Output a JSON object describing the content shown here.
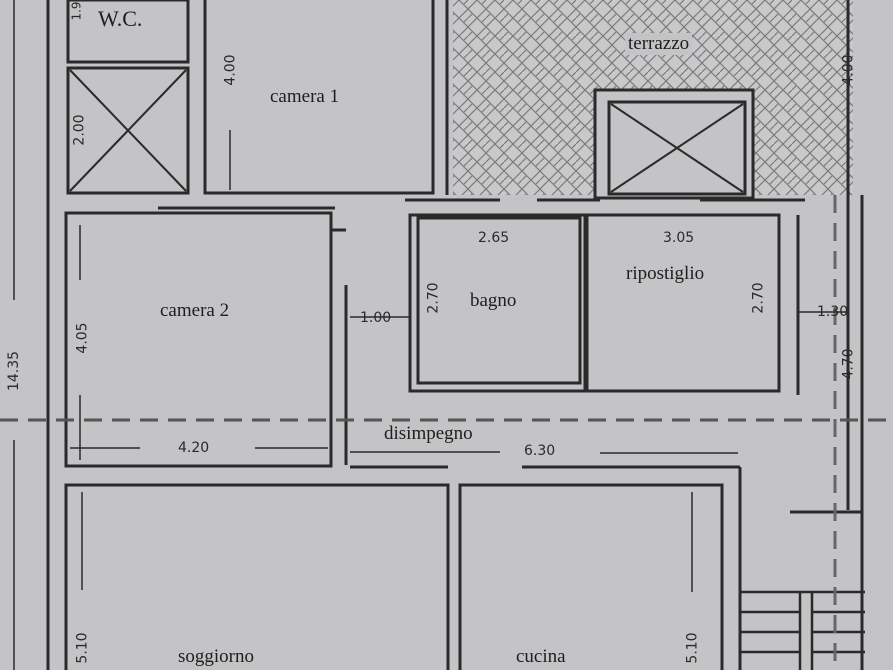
{
  "plan": {
    "background": "#c4c3c5",
    "wall_color": "#2a2a2a",
    "rooms": [
      {
        "name": "W.C.",
        "id": "wc"
      },
      {
        "name": "camera 1",
        "id": "camera-1"
      },
      {
        "name": "terrazzo",
        "id": "terrazzo"
      },
      {
        "name": "camera 2",
        "id": "camera-2"
      },
      {
        "name": "bagno",
        "id": "bagno"
      },
      {
        "name": "ripostiglio",
        "id": "ripostiglio"
      },
      {
        "name": "disimpegno",
        "id": "disimpegno"
      },
      {
        "name": "soggiorno",
        "id": "soggiorno"
      },
      {
        "name": "cucina",
        "id": "cucina"
      }
    ],
    "dimensions": {
      "wc_height": "1.9",
      "shaft_height": "2.00",
      "camera1_height": "4.00",
      "terrazzo_height": "4.00",
      "camera2_height": "4.05",
      "camera2_width": "4.20",
      "corridor_width_left": "1.00",
      "bagno_width": "2.65",
      "bagno_height": "2.70",
      "ripostiglio_width": "3.05",
      "ripostiglio_height": "2.70",
      "corridor_width_right": "1.30",
      "right_corridor_height": "4.70",
      "disimpegno_length": "6.30",
      "overall_height": "14.35",
      "soggiorno_height": "5.10",
      "cucina_height": "5.10"
    }
  }
}
